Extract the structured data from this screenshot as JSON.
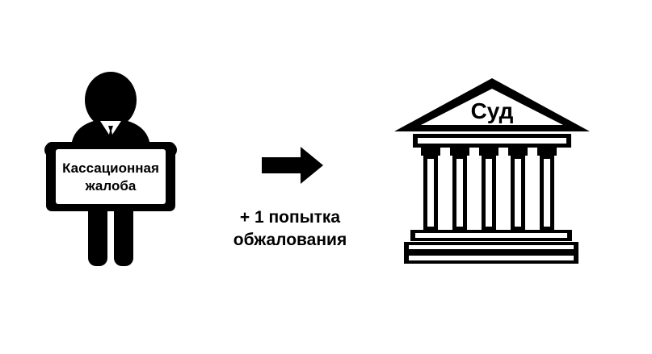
{
  "person": {
    "icon": "person-holding-sign-icon",
    "sign_line1": "Кассационная",
    "sign_line2": "жалоба"
  },
  "arrow": {
    "icon": "arrow-right-icon",
    "caption_line1": "+ 1 попытка",
    "caption_line2": "обжалования"
  },
  "court": {
    "icon": "courthouse-icon",
    "label": "Суд"
  },
  "colors": {
    "ink": "#000000",
    "background": "#ffffff"
  }
}
